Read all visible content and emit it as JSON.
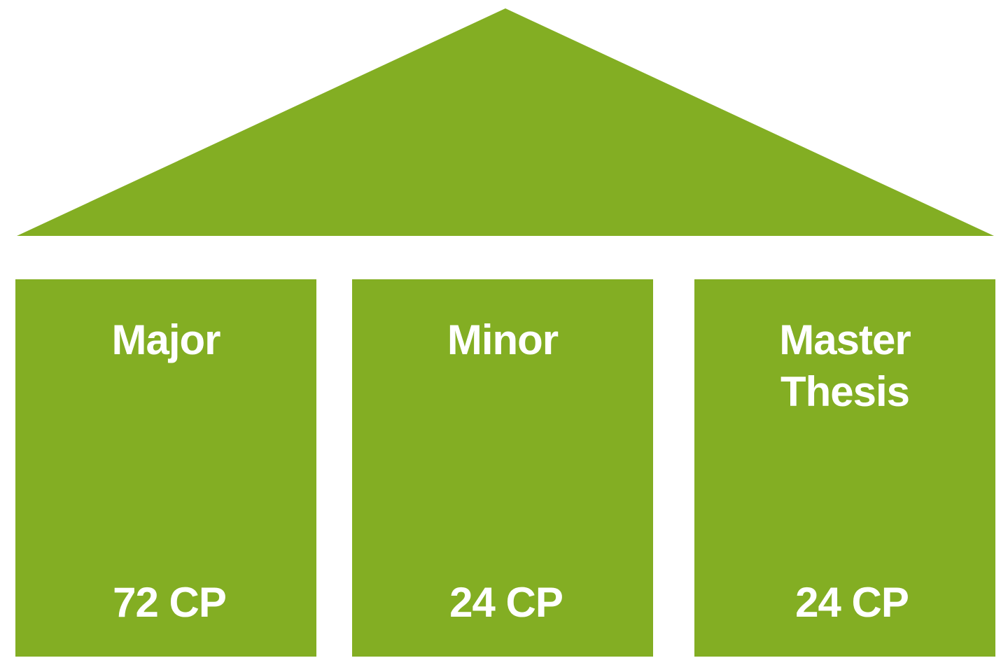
{
  "colors": {
    "fill": "#83ae23",
    "text": "#ffffff",
    "background": "#ffffff"
  },
  "pillars": [
    {
      "title": "Major",
      "credits": "72 CP"
    },
    {
      "title": "Minor",
      "credits": "24 CP"
    },
    {
      "title": "Master\nThesis",
      "credits": "24 CP"
    }
  ]
}
